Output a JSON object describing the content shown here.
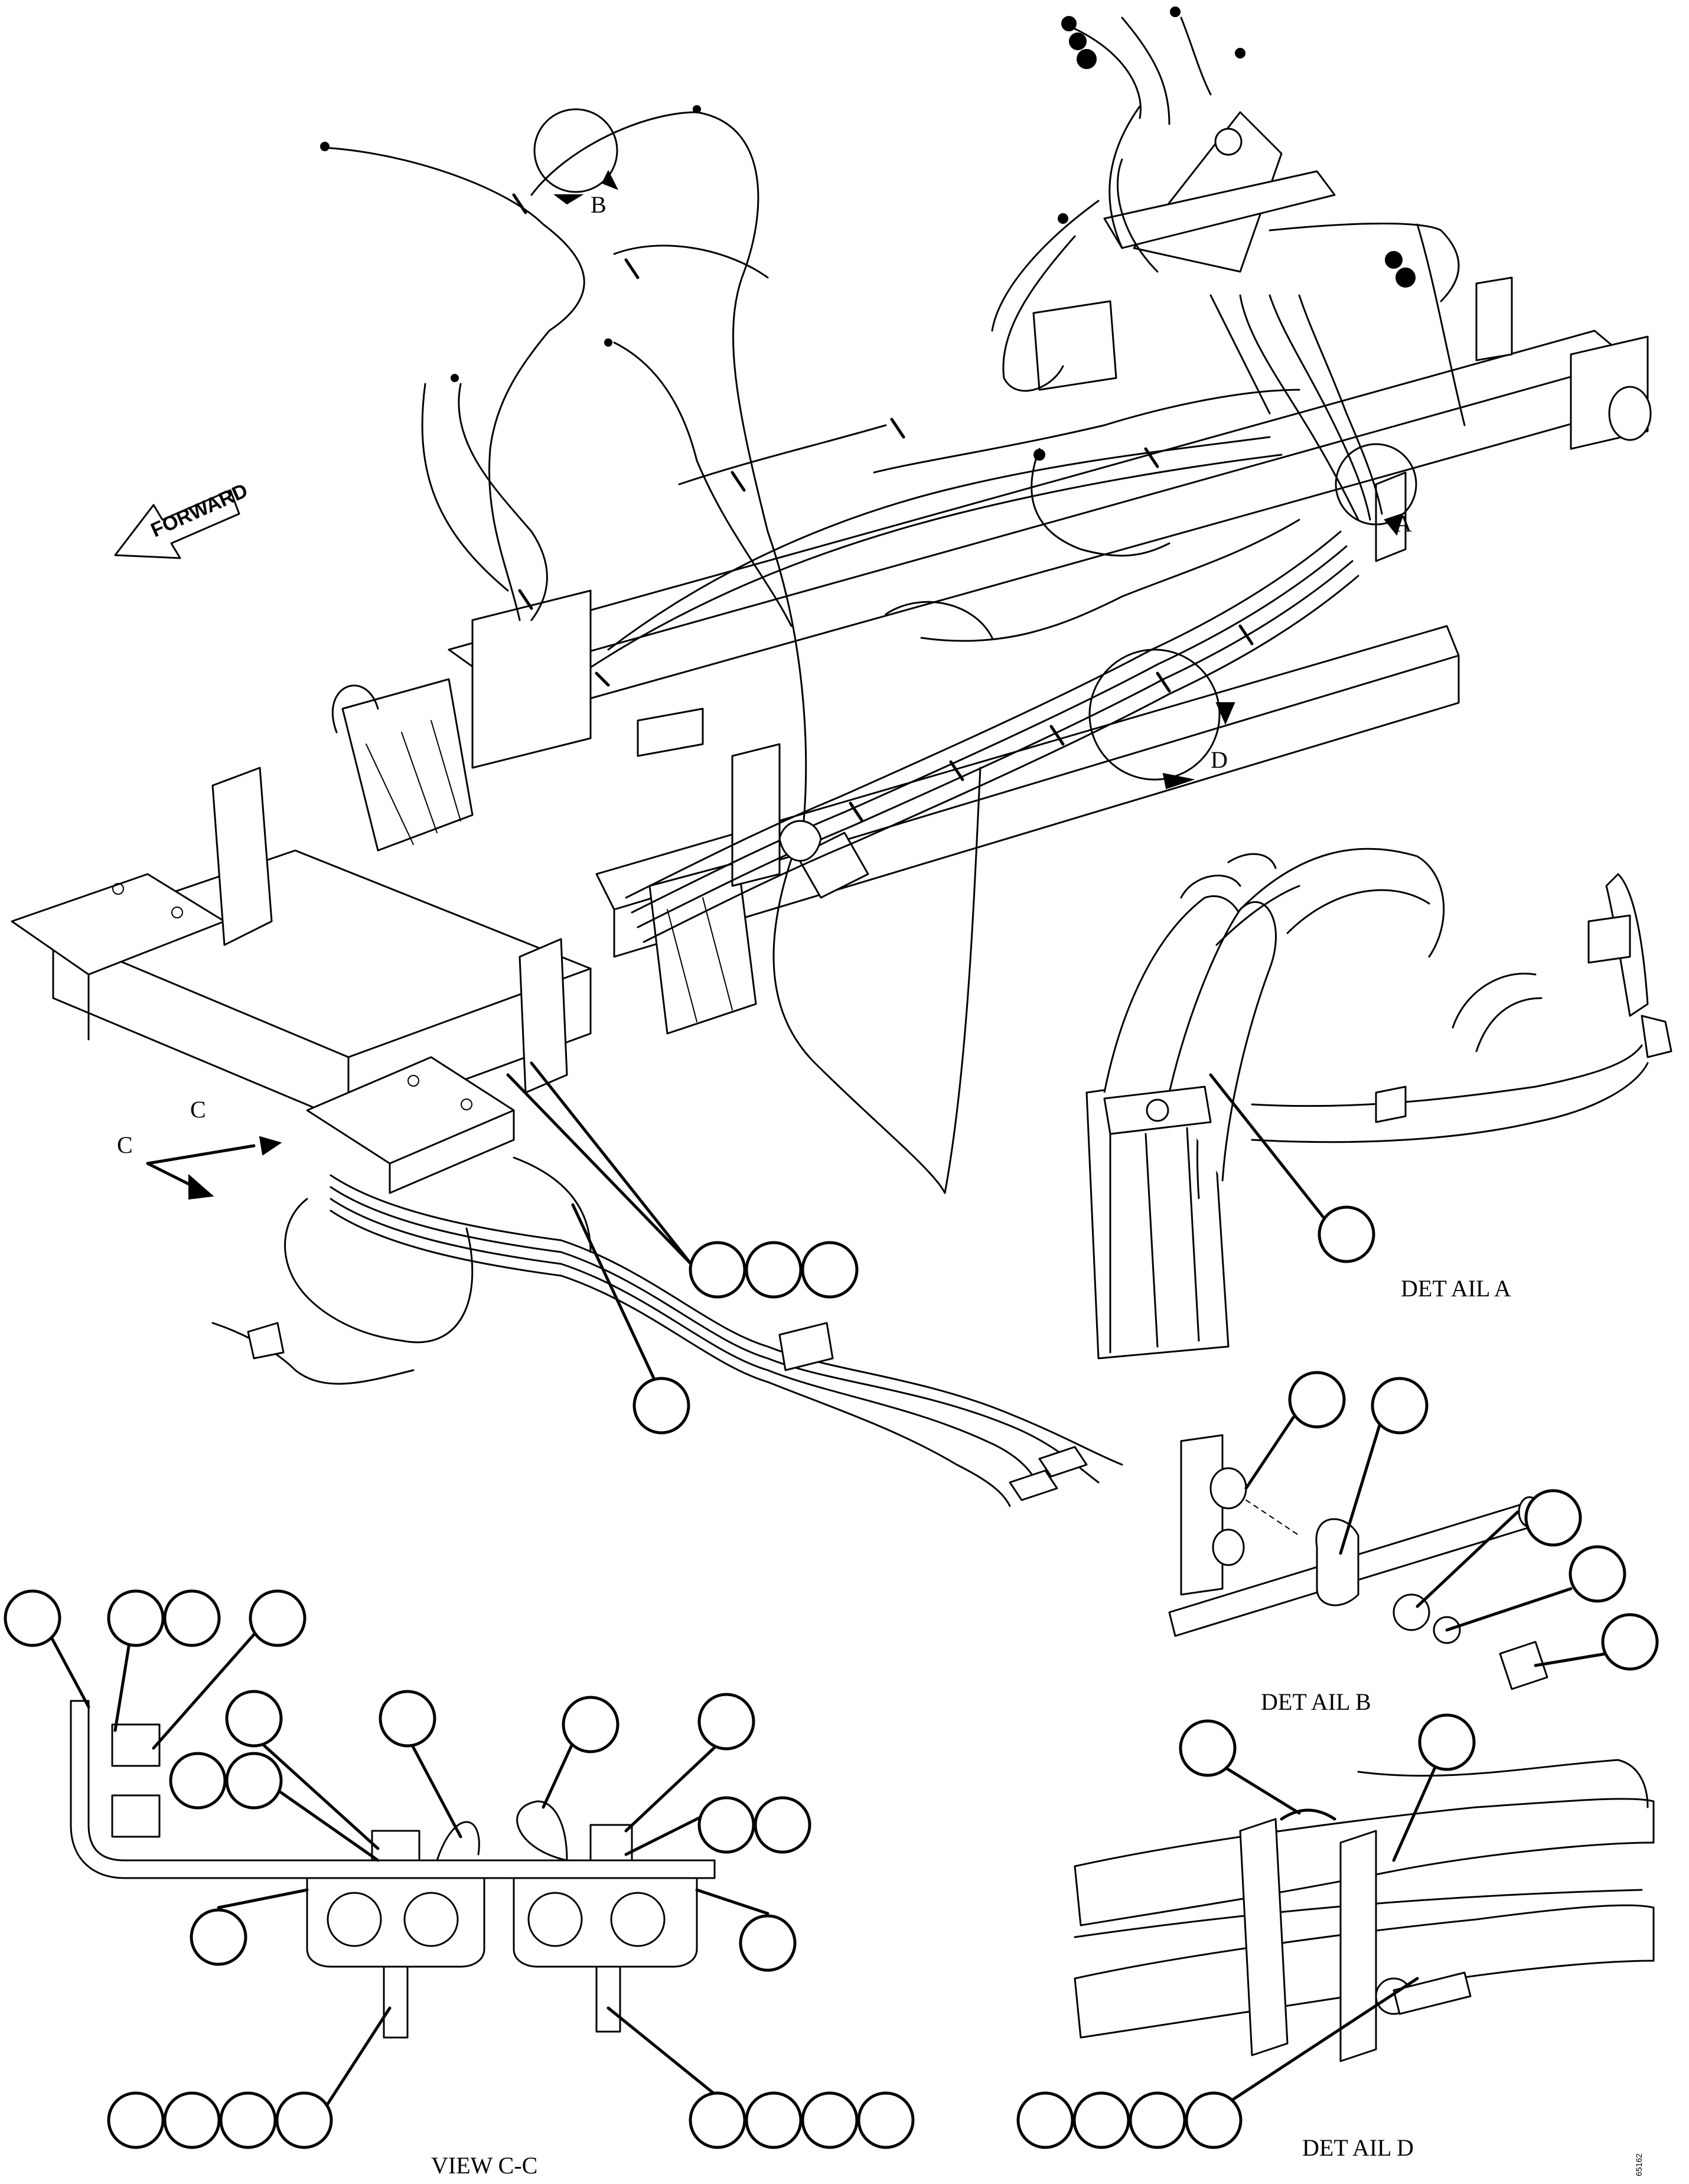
{
  "labels": {
    "detail_a": "DET      AIL      A",
    "detail_b": "DET      AIL      B",
    "detail_d": "DET      AIL      D",
    "view_cc": "VIEW C-C",
    "forward": "FORWARD",
    "marker_a": "A",
    "marker_b": "B",
    "marker_c1": "C",
    "marker_c2": "C",
    "marker_d": "D",
    "drawing_number": "65162"
  },
  "callouts": {
    "main_cluster_count": 3,
    "main_single_count": 1,
    "detail_a_count": 1,
    "detail_b_count": 5,
    "detail_d_count": 6,
    "view_cc_count": 22
  }
}
